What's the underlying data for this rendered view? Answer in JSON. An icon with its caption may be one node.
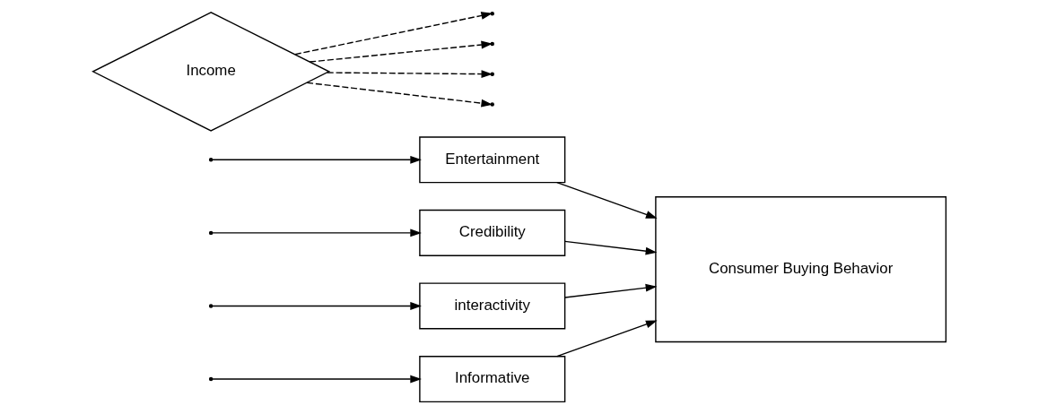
{
  "diagram": {
    "nodes": [
      {
        "text": [
          "Informative"
        ]
      },
      {
        "text": [
          "Entertainment"
        ]
      },
      {
        "text": [
          "Credibility"
        ]
      },
      {
        "text": [
          "interactivity"
        ]
      },
      {
        "text": [
          "Consumer Buying Behavior"
        ]
      },
      {
        "text": [
          "Income"
        ]
      }
    ],
    "edges": [
      {
        "from": null,
        "to": 0,
        "arrow": "to"
      },
      {
        "from": null,
        "to": 1,
        "arrow": "to"
      },
      {
        "from": null,
        "to": 2,
        "arrow": "to"
      },
      {
        "from": null,
        "to": 3,
        "arrow": "to"
      },
      {
        "from": 0,
        "to": 4,
        "arrow": "to"
      },
      {
        "from": 1,
        "to": 4,
        "arrow": "to"
      },
      {
        "from": 2,
        "to": 4,
        "arrow": "to"
      },
      {
        "from": 3,
        "to": 4,
        "arrow": "to"
      },
      {
        "from": 5,
        "to": null,
        "arrow": "to",
        "style": "dashed"
      },
      {
        "from": 5,
        "to": null,
        "arrow": "to",
        "style": "dashed"
      },
      {
        "from": 5,
        "to": null,
        "arrow": "to",
        "style": "dashed"
      },
      {
        "from": 5,
        "to": null,
        "arrow": "to",
        "style": "dashed"
      }
    ]
  }
}
